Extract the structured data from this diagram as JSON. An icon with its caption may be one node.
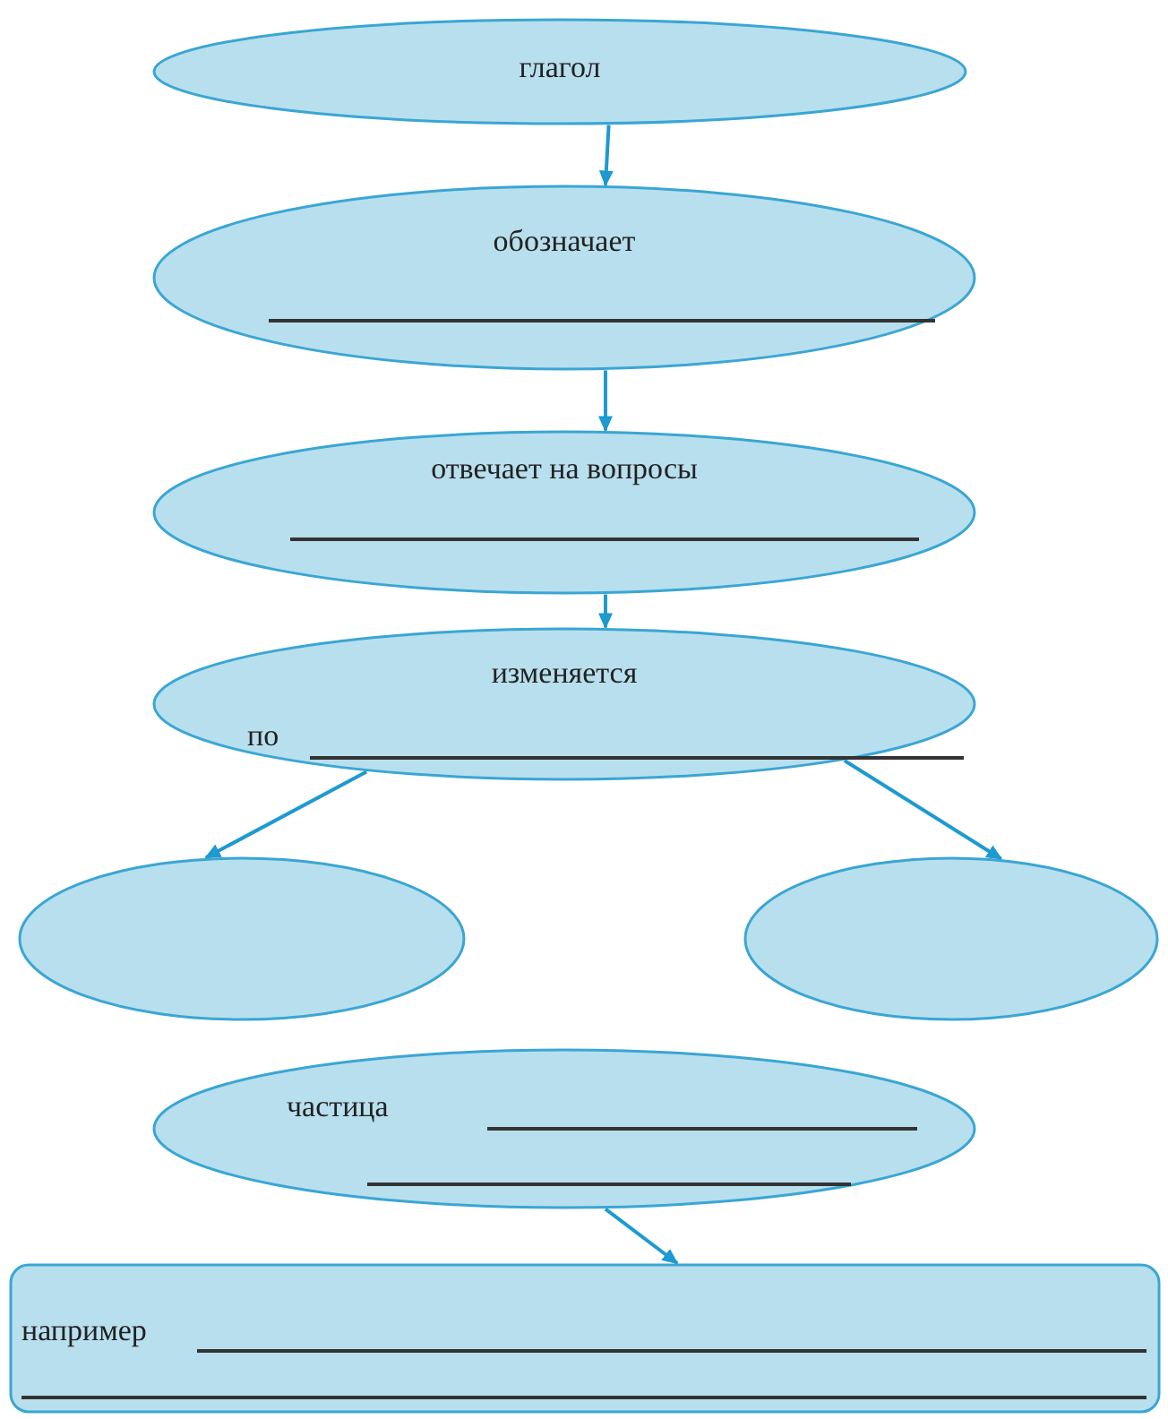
{
  "diagram": {
    "nodes": [
      {
        "text": [
          "глагол"
        ]
      },
      {
        "text": [
          "обозначает"
        ]
      },
      {
        "text": [
          "отвечает на вопросы"
        ]
      },
      {
        "text": [
          "изменяется",
          "по"
        ]
      },
      {
        "text": [],
        "shape": "ellipse"
      },
      {
        "text": [],
        "shape": "ellipse"
      },
      {
        "text": [
          "частица"
        ]
      },
      {
        "text": [
          "например"
        ]
      }
    ],
    "edges": [
      {
        "from": 0,
        "to": 1,
        "arrow": "to"
      },
      {
        "from": 1,
        "to": 2,
        "arrow": "to"
      },
      {
        "from": 2,
        "to": 3,
        "arrow": "to"
      },
      {
        "from": 3,
        "to": 4,
        "arrow": "to"
      },
      {
        "from": 3,
        "to": 5,
        "arrow": "to"
      },
      {
        "from": 6,
        "to": 7,
        "arrow": "to"
      }
    ]
  }
}
